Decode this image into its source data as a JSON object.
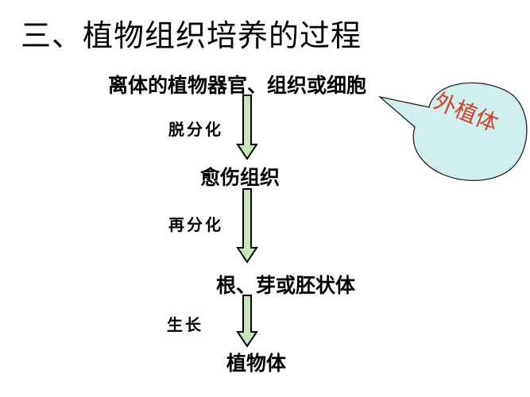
{
  "title": "三、植物组织培养的过程",
  "nodes": {
    "source": "离体的植物器官、组织或细胞",
    "callus": "愈伤组织",
    "organs": "根、芽或胚状体",
    "plant": "植物体"
  },
  "steps": {
    "dedifferentiation": "脱分化",
    "redifferentiation": "再分化",
    "growth": "生长"
  },
  "callout": {
    "text": "外植体",
    "fill_color": "#cfeeed",
    "text_color": "#d4402a"
  },
  "colors": {
    "arrow_fill": "#c8e6b8",
    "arrow_stroke": "#000000"
  }
}
